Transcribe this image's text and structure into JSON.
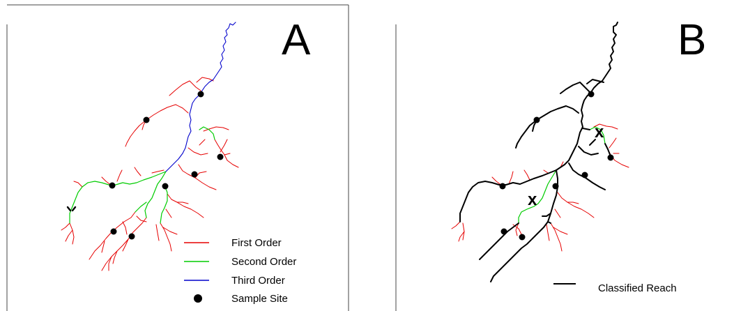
{
  "panels": [
    {
      "letter": "A"
    },
    {
      "letter": "B"
    }
  ],
  "legend_a": {
    "items": [
      {
        "label": "First Order",
        "color": "#e60000",
        "symbol": "line"
      },
      {
        "label": "Second Order",
        "color": "#00cc00",
        "symbol": "line"
      },
      {
        "label": "Third Order",
        "color": "#0000cc",
        "symbol": "line"
      },
      {
        "label": "Sample Site",
        "color": "#000000",
        "symbol": "dot"
      }
    ]
  },
  "legend_b": {
    "items": [
      {
        "label": "Classified Reach",
        "color": "#000000",
        "symbol": "line"
      }
    ]
  },
  "marks": {
    "excluded_site": "x"
  },
  "colors": {
    "first_order": "#e60000",
    "second_order": "#00cc00",
    "third_order": "#0000cc",
    "classified": "#000000"
  }
}
